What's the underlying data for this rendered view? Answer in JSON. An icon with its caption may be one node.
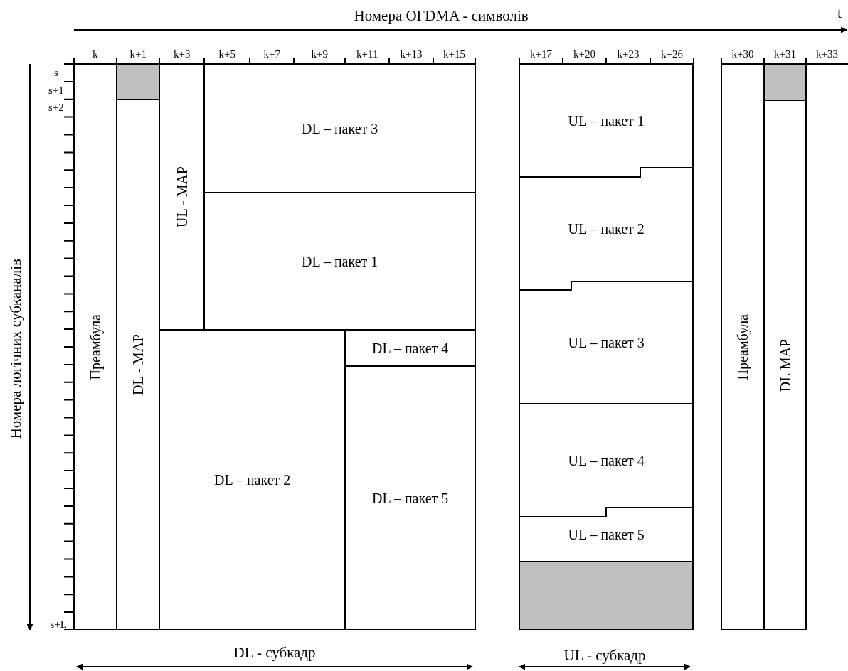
{
  "diagram": {
    "title": "Номера OFDMA - символів",
    "nodes": [
      {
        "text": [
          "Преамбула"
        ]
      },
      {
        "text": [],
        "shape": "box"
      },
      {
        "text": [
          "DL - MAP"
        ]
      },
      {
        "text": [
          "UL - MAP"
        ]
      },
      {
        "text": [
          "DL – пакет 3"
        ]
      },
      {
        "text": [
          "DL – пакет 1"
        ]
      },
      {
        "text": [
          "DL – пакет 4"
        ]
      },
      {
        "text": [
          "DL – пакет 2"
        ]
      },
      {
        "text": [
          "DL – пакет 5"
        ]
      },
      {
        "text": [
          "UL – пакет 1"
        ]
      },
      {
        "text": [
          "UL – пакет 2"
        ]
      },
      {
        "text": [
          "UL – пакет 3"
        ]
      },
      {
        "text": [
          "UL – пакет 4"
        ]
      },
      {
        "text": [
          "UL – пакет 5"
        ]
      },
      {
        "text": [],
        "shape": "box"
      },
      {
        "text": [
          "Преамбула"
        ]
      },
      {
        "text": [],
        "shape": "box"
      },
      {
        "text": [
          "DL MAP"
        ]
      }
    ],
    "labels": [
      "t",
      "k",
      "k+1",
      "k+3",
      "k+5",
      "k+7",
      "k+9",
      "k+11",
      "k+13",
      "k+15",
      "k+17",
      "k+20",
      "k+23",
      "k+26",
      "k+30",
      "k+31",
      "k+33",
      "s",
      "s+1",
      "s+2",
      "Номера логічних субканалів",
      "s+L",
      "DL - субкадр",
      "UL - субкадр"
    ]
  }
}
